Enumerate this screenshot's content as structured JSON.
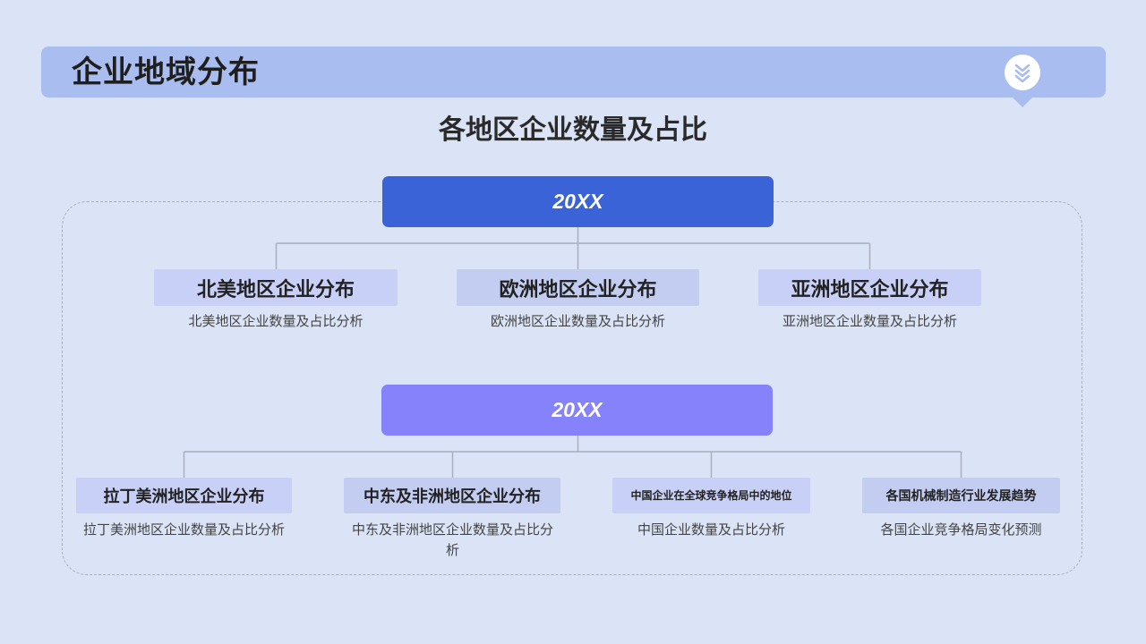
{
  "header": {
    "title": "企业地域分布",
    "icon": "chevron-double-down-icon"
  },
  "subtitle": "各地区企业数量及占比",
  "colors": {
    "year_primary": "#3963d6",
    "year_secondary": "#8582fb",
    "header_bar": "#a9bdf0"
  },
  "groups": [
    {
      "year": "20XX",
      "items": [
        {
          "title": "北美地区企业分布",
          "desc": "北美地区企业数量及占比分析"
        },
        {
          "title": "欧洲地区企业分布",
          "desc": "欧洲地区企业数量及占比分析"
        },
        {
          "title": "亚洲地区企业分布",
          "desc": "亚洲地区企业数量及占比分析"
        }
      ]
    },
    {
      "year": "20XX",
      "items": [
        {
          "title": "拉丁美洲地区企业分布",
          "desc": "拉丁美洲地区企业数量及占比分析"
        },
        {
          "title": "中东及非洲地区企业分布",
          "desc": "中东及非洲地区企业数量及占比分析"
        },
        {
          "title": "中国企业在全球竞争格局中的地位",
          "desc": "中国企业数量及占比分析"
        },
        {
          "title": "各国机械制造行业发展趋势",
          "desc": "各国企业竞争格局变化预测"
        }
      ]
    }
  ]
}
